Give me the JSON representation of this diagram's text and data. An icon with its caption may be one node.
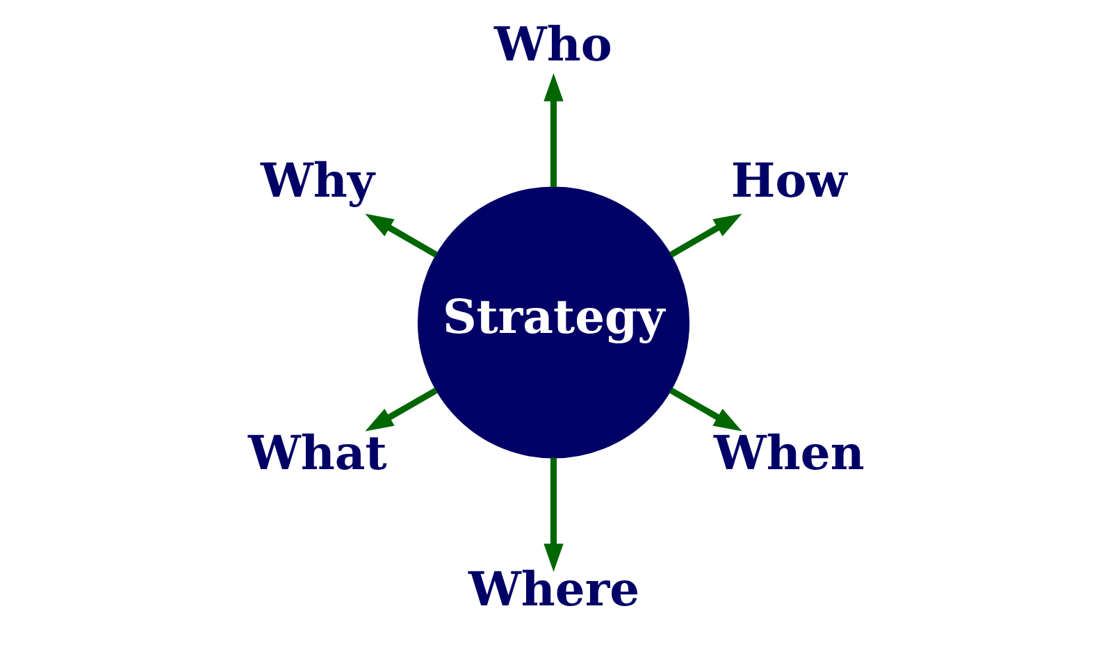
{
  "diagram": {
    "nodes": [
      {
        "text": [
          "Strategy"
        ]
      },
      {
        "text": [
          "How"
        ]
      },
      {
        "text": [
          "Who"
        ]
      },
      {
        "text": [
          "Why"
        ]
      },
      {
        "text": [
          "What"
        ]
      },
      {
        "text": [
          "Where"
        ]
      },
      {
        "text": [
          "When"
        ]
      }
    ],
    "edges": [
      {
        "from": 0,
        "to": 1,
        "arrow": "to"
      },
      {
        "from": 0,
        "to": 2,
        "arrow": "to"
      },
      {
        "from": 0,
        "to": 3,
        "arrow": "to"
      },
      {
        "from": 0,
        "to": 4,
        "arrow": "to"
      },
      {
        "from": 0,
        "to": 5,
        "arrow": "to"
      },
      {
        "from": 0,
        "to": 6,
        "arrow": "to"
      }
    ]
  }
}
